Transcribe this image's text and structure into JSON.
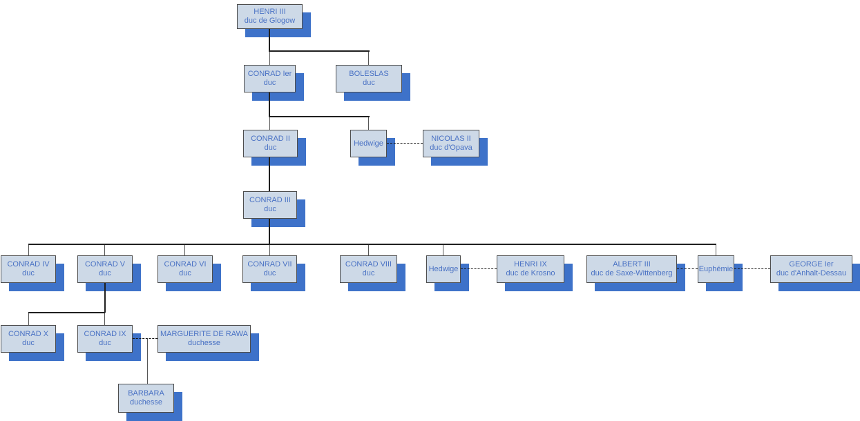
{
  "diagram": {
    "type": "family-tree",
    "subject": "Dukes of Glogow genealogy",
    "colors": {
      "background": "#ffffff",
      "box_fill": "#cdd9e7",
      "box_border": "#4d4d4d",
      "box_shadow": "#3e72c9",
      "text": "#4a72c4",
      "line_solid": "#1f1f1f",
      "line_drop": "#565656",
      "line_dashed": "#141414"
    },
    "nodes": {
      "henri_iii": {
        "name": "HENRI III",
        "title": "duc de Glogow"
      },
      "conrad_ier": {
        "name": "CONRAD Ier",
        "title": "duc"
      },
      "boleslas": {
        "name": "BOLESLAS",
        "title": "duc"
      },
      "conrad_ii": {
        "name": "CONRAD II",
        "title": "duc"
      },
      "hedwige_1": {
        "name": "Hedwige"
      },
      "nicolas_ii": {
        "name": "NICOLAS II",
        "title": "duc d'Opava"
      },
      "conrad_iii": {
        "name": "CONRAD III",
        "title": "duc"
      },
      "conrad_iv": {
        "name": "CONRAD IV",
        "title": "duc"
      },
      "conrad_v": {
        "name": "CONRAD V",
        "title": "duc"
      },
      "conrad_vi": {
        "name": "CONRAD VI",
        "title": "duc"
      },
      "conrad_vii": {
        "name": "CONRAD VII",
        "title": "duc"
      },
      "conrad_viii": {
        "name": "CONRAD VIII",
        "title": "duc"
      },
      "hedwige_2": {
        "name": "Hedwige"
      },
      "henri_ix": {
        "name": "HENRI IX",
        "title": "duc de Krosno"
      },
      "albert_iii": {
        "name": "ALBERT III",
        "title": "duc de Saxe-Wittenberg"
      },
      "euphemie": {
        "name": "Euphémie"
      },
      "george_ier": {
        "name": "GEORGE Ier",
        "title": "duc d'Anhalt-Dessau"
      },
      "conrad_x": {
        "name": "CONRAD X",
        "title": "duc"
      },
      "conrad_ix": {
        "name": "CONRAD IX",
        "title": "duc"
      },
      "marguerite": {
        "name": "MARGUERITE DE RAWA",
        "title": "duchesse"
      },
      "barbara": {
        "name": "BARBARA",
        "title": "duchesse"
      }
    },
    "relations": {
      "children": [
        {
          "parent": "HENRI III",
          "children": [
            "CONRAD Ier",
            "BOLESLAS"
          ]
        },
        {
          "parent": "CONRAD Ier",
          "children": [
            "CONRAD II",
            "Hedwige"
          ]
        },
        {
          "parent": "CONRAD II",
          "children": [
            "CONRAD III"
          ]
        },
        {
          "parent": "CONRAD III",
          "children": [
            "CONRAD IV",
            "CONRAD V",
            "CONRAD VI",
            "CONRAD VII",
            "CONRAD VIII",
            "Hedwige",
            "Euphémie"
          ]
        },
        {
          "parent": "CONRAD V",
          "children": [
            "CONRAD X",
            "CONRAD IX"
          ]
        },
        {
          "parent": "CONRAD IX",
          "children": [
            "BARBARA"
          ]
        }
      ],
      "marriages": [
        {
          "a": "Hedwige",
          "b": "NICOLAS II"
        },
        {
          "a": "Hedwige",
          "b": "HENRI IX"
        },
        {
          "a": "ALBERT III",
          "b": "Euphémie"
        },
        {
          "a": "Euphémie",
          "b": "GEORGE Ier"
        },
        {
          "a": "CONRAD IX",
          "b": "MARGUERITE DE RAWA"
        }
      ]
    }
  }
}
